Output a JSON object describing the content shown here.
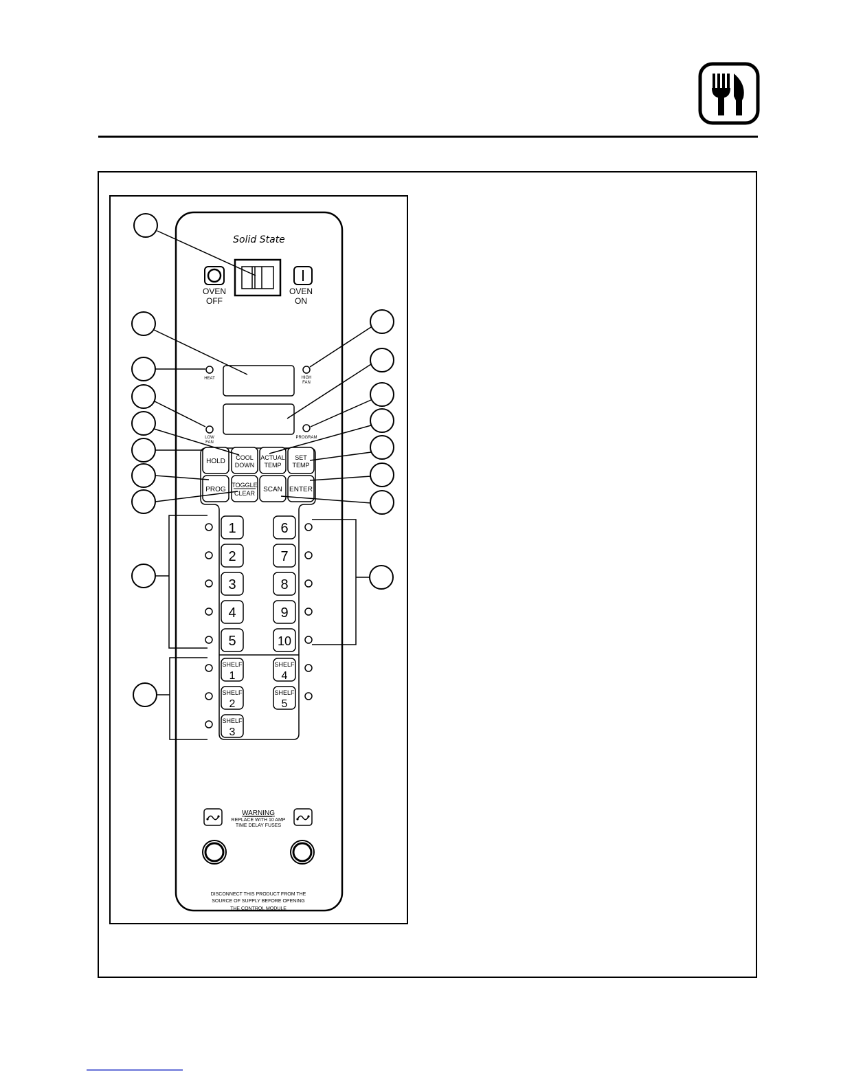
{
  "panel": {
    "brand": "Solid State",
    "switch": {
      "off_label_1": "OVEN",
      "off_label_2": "OFF",
      "on_label_1": "OVEN",
      "on_label_2": "ON"
    },
    "indicators": {
      "heat": "HEAT",
      "high_fan_1": "HIGH",
      "high_fan_2": "FAN",
      "low_fan_1": "LOW",
      "low_fan_2": "FAN",
      "program": "PROGRAM"
    },
    "keys": {
      "hold": "HOLD",
      "cool_1": "COOL",
      "cool_2": "DOWN",
      "actual_1": "ACTUAL",
      "actual_2": "TEMP",
      "set_1": "SET",
      "set_2": "TEMP",
      "prog": "PROG",
      "toggle_1": "TOGGLE",
      "toggle_2": "CLEAR",
      "scan": "SCAN",
      "enter": "ENTER"
    },
    "number_keys": [
      "1",
      "2",
      "3",
      "4",
      "5",
      "6",
      "7",
      "8",
      "9",
      "10"
    ],
    "shelf_label": "SHELF",
    "shelf_keys": [
      "1",
      "2",
      "3",
      "4",
      "5"
    ],
    "warning": {
      "title": "WARNING",
      "line1": "REPLACE WITH 10 AMP",
      "line2": "TIME DELAY FUSES"
    },
    "disconnect": {
      "line1": "DISCONNECT  THIS  PRODUCT  FROM    THE",
      "line2": "SOURCE  OF  SUPPLY  BEFORE  OPENING",
      "line3": "THE  CONTROL  MODULE"
    }
  }
}
